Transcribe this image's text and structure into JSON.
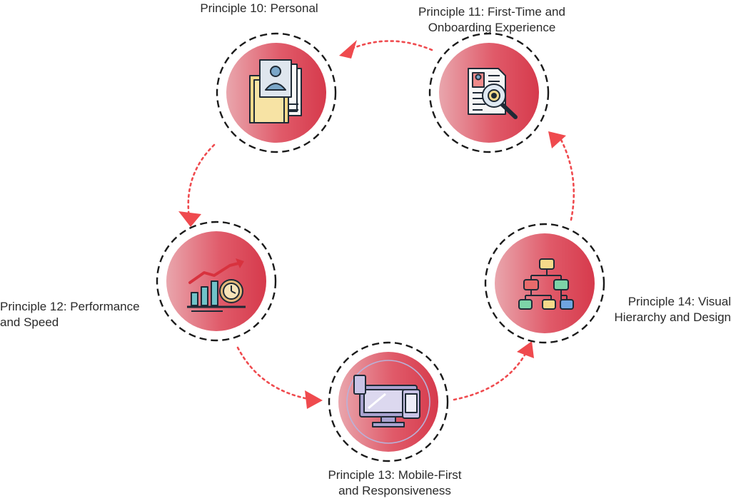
{
  "diagram": {
    "nodes": [
      {
        "id": "p10",
        "label_lines": [
          "Principle 10: Personal"
        ],
        "icon": "personal-profile-documents-icon"
      },
      {
        "id": "p11",
        "label_lines": [
          "Principle 11: First-Time and",
          "Onboarding Experience"
        ],
        "icon": "document-magnifier-gear-icon"
      },
      {
        "id": "p12",
        "label_lines": [
          "Principle 12: Performance",
          "and Speed"
        ],
        "icon": "growth-chart-clock-icon"
      },
      {
        "id": "p13",
        "label_lines": [
          "Principle 13: Mobile-First",
          "and Responsiveness"
        ],
        "icon": "multi-device-icon"
      },
      {
        "id": "p14",
        "label_lines": [
          "Principle 14: Visual",
          "Hierarchy and Design"
        ],
        "icon": "hierarchy-tree-icon"
      }
    ],
    "flow": [
      {
        "from": "p11",
        "to": "p10"
      },
      {
        "from": "p10",
        "to": "p12"
      },
      {
        "from": "p12",
        "to": "p13"
      },
      {
        "from": "p13",
        "to": "p14"
      },
      {
        "from": "p14",
        "to": "p11"
      }
    ],
    "colors": {
      "circle_light": "#e9a6ad",
      "circle_dark": "#d63a4c",
      "arrow": "#ef4a4e",
      "ring": "#1a1a1a"
    }
  }
}
